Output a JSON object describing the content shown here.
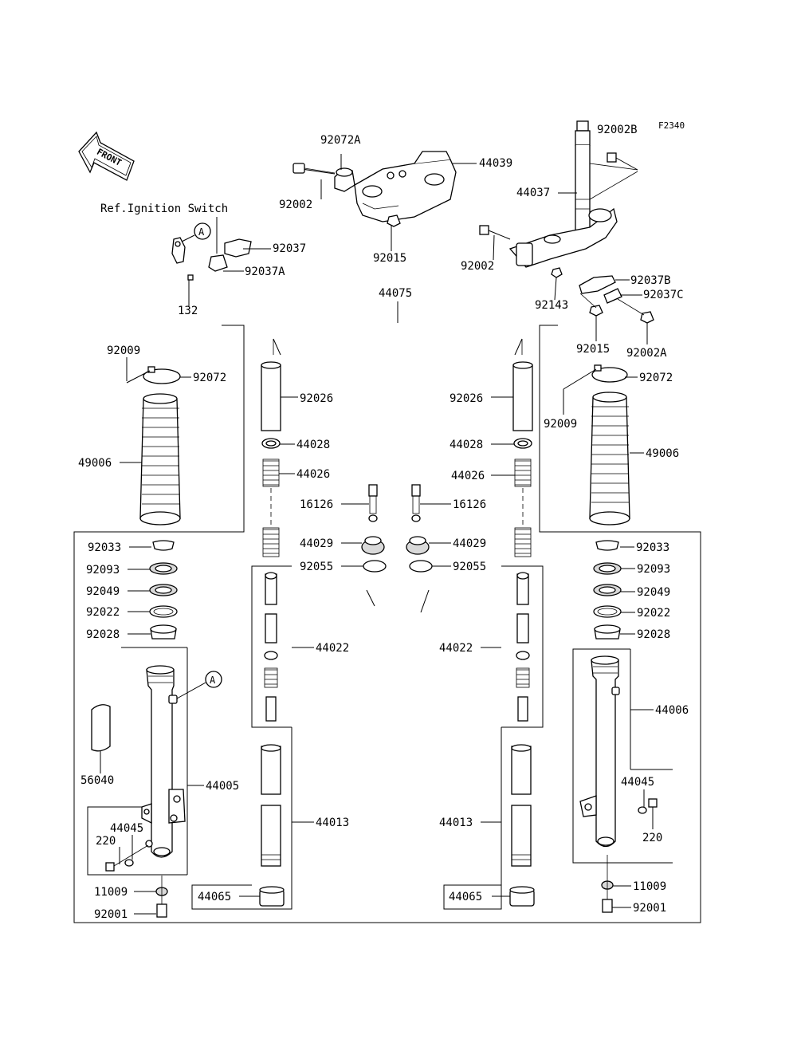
{
  "figure_code": "F2340",
  "front_label": "FRONT",
  "ref_note": "Ref.Ignition Switch",
  "callout_a": "A",
  "labels": {
    "p92002B": "92002B",
    "p92072A": "92072A",
    "p44039": "44039",
    "p44037": "44037",
    "p92002_l": "92002",
    "p92002_r": "92002",
    "p92015_l": "92015",
    "p92015_r": "92015",
    "p92037": "92037",
    "p92037A": "92037A",
    "p92037B": "92037B",
    "p92037C": "92037C",
    "p92143": "92143",
    "p132": "132",
    "p92002A": "92002A",
    "p44075": "44075",
    "p92009_l": "92009",
    "p92009_r": "92009",
    "p92072_l": "92072",
    "p92072_r": "92072",
    "p92026_l": "92026",
    "p92026_r": "92026",
    "p49006_l": "49006",
    "p49006_r": "49006",
    "p44028_l": "44028",
    "p44028_r": "44028",
    "p44026_l": "44026",
    "p44026_r": "44026",
    "p16126_l": "16126",
    "p16126_r": "16126",
    "p44029_l": "44029",
    "p44029_r": "44029",
    "p92055_l": "92055",
    "p92055_r": "92055",
    "p92033_l": "92033",
    "p92033_r": "92033",
    "p92093_l": "92093",
    "p92093_r": "92093",
    "p92049_l": "92049",
    "p92049_r": "92049",
    "p92022_l": "92022",
    "p92022_r": "92022",
    "p92028_l": "92028",
    "p92028_r": "92028",
    "p44022_l": "44022",
    "p44022_r": "44022",
    "p44006": "44006",
    "p44005": "44005",
    "p56040": "56040",
    "p44045_l": "44045",
    "p44045_r": "44045",
    "p220_l": "220",
    "p220_r": "220",
    "p44013_l": "44013",
    "p44013_r": "44013",
    "p11009_l": "11009",
    "p11009_r": "11009",
    "p44065_l": "44065",
    "p44065_r": "44065",
    "p92001_l": "92001",
    "p92001_r": "92001"
  }
}
